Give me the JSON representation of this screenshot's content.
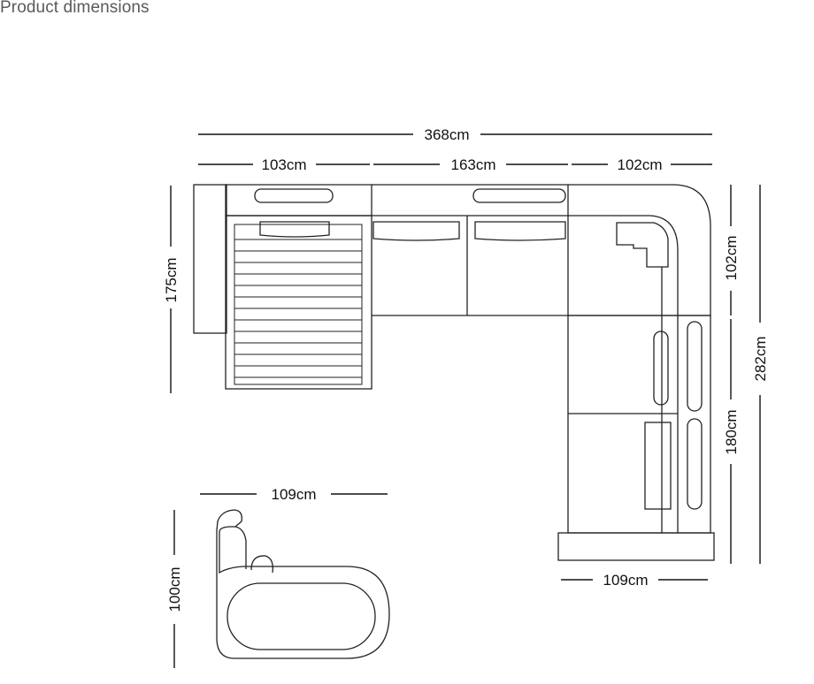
{
  "heading": "Product dimensions",
  "dimensions": {
    "total_width": "368cm",
    "segment_left": "103cm",
    "segment_middle": "163cm",
    "segment_right": "102cm",
    "depth_left": "175cm",
    "corner_depth": "102cm",
    "total_depth": "282cm",
    "chaise_length": "180cm",
    "chaise_width": "109cm",
    "side_depth": "109cm",
    "side_height": "100cm"
  }
}
